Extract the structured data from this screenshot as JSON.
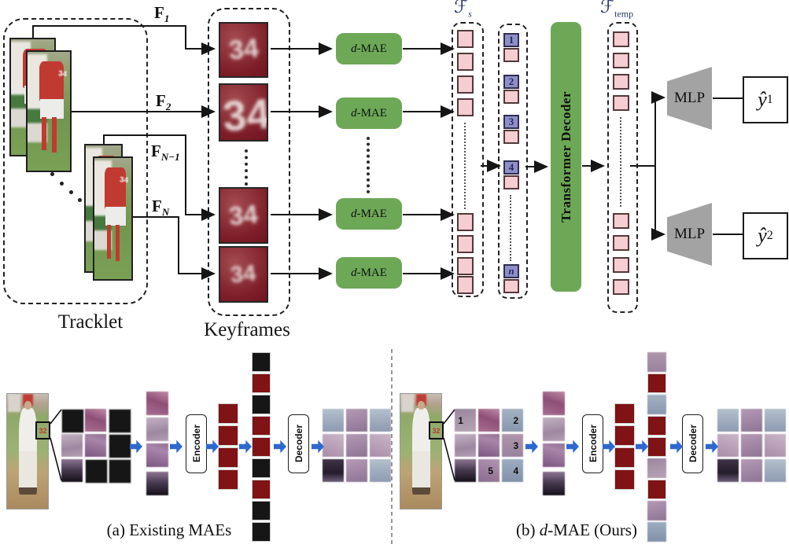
{
  "top": {
    "tracklet_label": "Tracklet",
    "keyframes_label": "Keyframes",
    "jersey_number": "34",
    "frames": [
      {
        "base": "F",
        "sub": "1"
      },
      {
        "base": "F",
        "sub": "2"
      },
      {
        "base": "F",
        "sub": "N−1"
      },
      {
        "base": "F",
        "sub": "N"
      }
    ],
    "dmae": {
      "it": "d",
      "rest": "-MAE"
    },
    "fs_label": {
      "base": "ℱ",
      "sub": "s"
    },
    "ftemp_label": {
      "base": "ℱ",
      "sub": "temp"
    },
    "transformer_label": "Transformer Decoder",
    "token_numbers": [
      "1",
      "2",
      "3",
      "4",
      "n"
    ],
    "mlp_label": "MLP",
    "outputs": [
      {
        "base": "ŷ",
        "sub": "1"
      },
      {
        "base": "ŷ",
        "sub": "2"
      }
    ]
  },
  "bottom": {
    "caption_a": "(a) Existing MAEs",
    "caption_b": {
      "pre": "(b) ",
      "it": "d",
      "post": "-MAE (Ours)"
    },
    "encoder_label": "Encoder",
    "decoder_label": "Decoder",
    "player_number": "32",
    "mask_pattern": [
      "m",
      "v",
      "m",
      "v",
      "v",
      "m",
      "v",
      "m",
      "m"
    ],
    "order_numbers": [
      "1",
      "",
      "2",
      "",
      "",
      "3",
      "",
      "5",
      "4"
    ]
  },
  "colors": {
    "module_green": "#6da857",
    "token_pink": "#f5cdd3",
    "token_purple": "#8f8ec8",
    "masked_red": "#7f1315",
    "masked_black": "#161616",
    "arrow_blue": "#2e68cf",
    "mlp_gray": "#a3a3a3"
  }
}
